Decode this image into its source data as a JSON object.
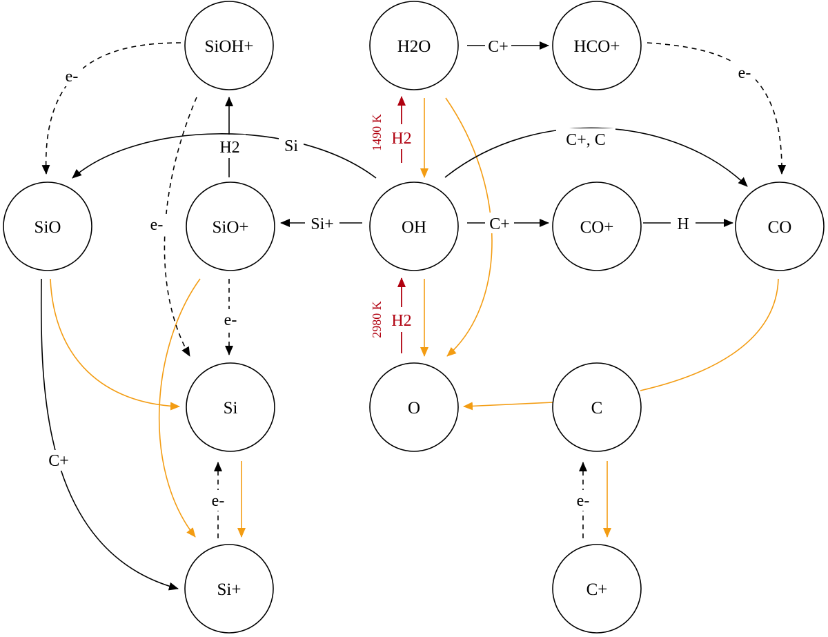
{
  "nodes": {
    "sioh_plus": "SiOH+",
    "h2o": "H2O",
    "hco_plus": "HCO+",
    "sio": "SiO",
    "sio_plus": "SiO+",
    "oh": "OH",
    "co_plus": "CO+",
    "co": "CO",
    "si": "Si",
    "o": "O",
    "c": "C",
    "si_plus": "Si+",
    "c_plus": "C+"
  },
  "edge_labels": {
    "h2o_to_hco_plus": "C+",
    "co_plus_to_co": "H",
    "oh_to_co_plus": "C+",
    "oh_to_sio_plus": "Si+",
    "oh_to_co": "C+, C",
    "oh_to_sio": "Si",
    "sio_plus_to_sioh_plus": "H2",
    "sioh_plus_to_sio": "e-",
    "hco_plus_to_co": "e-",
    "sioh_plus_to_si": "e-",
    "sio_plus_to_si": "e-",
    "sio_to_si_plus": "C+",
    "si_plus_to_si": "e-",
    "c_plus_to_c": "e-",
    "oh_to_h2o": "H2",
    "o_to_oh": "H2"
  },
  "temperatures": {
    "oh_to_h2o": "1490 K",
    "o_to_oh": "2980 K"
  },
  "colors": {
    "reaction": "#000000",
    "recombination": "#000000",
    "photodissociation": "#f39c12",
    "activation": "#b0000f"
  }
}
